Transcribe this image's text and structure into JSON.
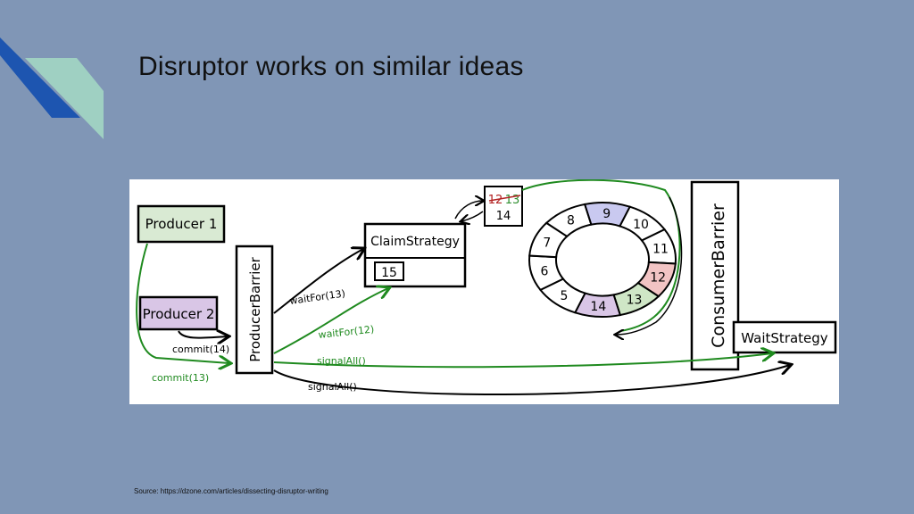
{
  "slide": {
    "title": "Disruptor works on similar ideas",
    "source": "Source: https://dzone.com/articles/dissecting-disruptor-writing"
  },
  "diagram": {
    "producers": [
      "Producer 1",
      "Producer 2"
    ],
    "producer_barrier": "ProducerBarrier",
    "claim_strategy": "ClaimStrategy",
    "claim_value": "15",
    "claim_counter": {
      "crossed_a": "12",
      "crossed_b": "13",
      "current": "14"
    },
    "ring_slots": [
      "8",
      "9",
      "10",
      "11",
      "12",
      "13",
      "14",
      "5",
      "6",
      "7"
    ],
    "consumer_barrier": "ConsumerBarrier",
    "wait_strategy": "WaitStrategy",
    "calls": {
      "commit_14": "commit(14)",
      "commit_13": "commit(13)",
      "waitfor_13": "waitFor(13)",
      "waitfor_12": "waitFor(12)",
      "signalall_green": "signalAll()",
      "signalall_black": "signalAll()"
    },
    "colors": {
      "producer_1_fill": "#d9ead3",
      "producer_2_fill": "#d9c6e6",
      "slot_9_fill": "#c9c9f0",
      "slot_12_fill": "#f2c4c4",
      "slot_13_fill": "#cfe6c6",
      "slot_14_fill": "#d9c6e6",
      "green_arrow": "#1f8a1f",
      "crossed_red": "#b22222",
      "crossed_green": "#2f8f2f"
    }
  }
}
